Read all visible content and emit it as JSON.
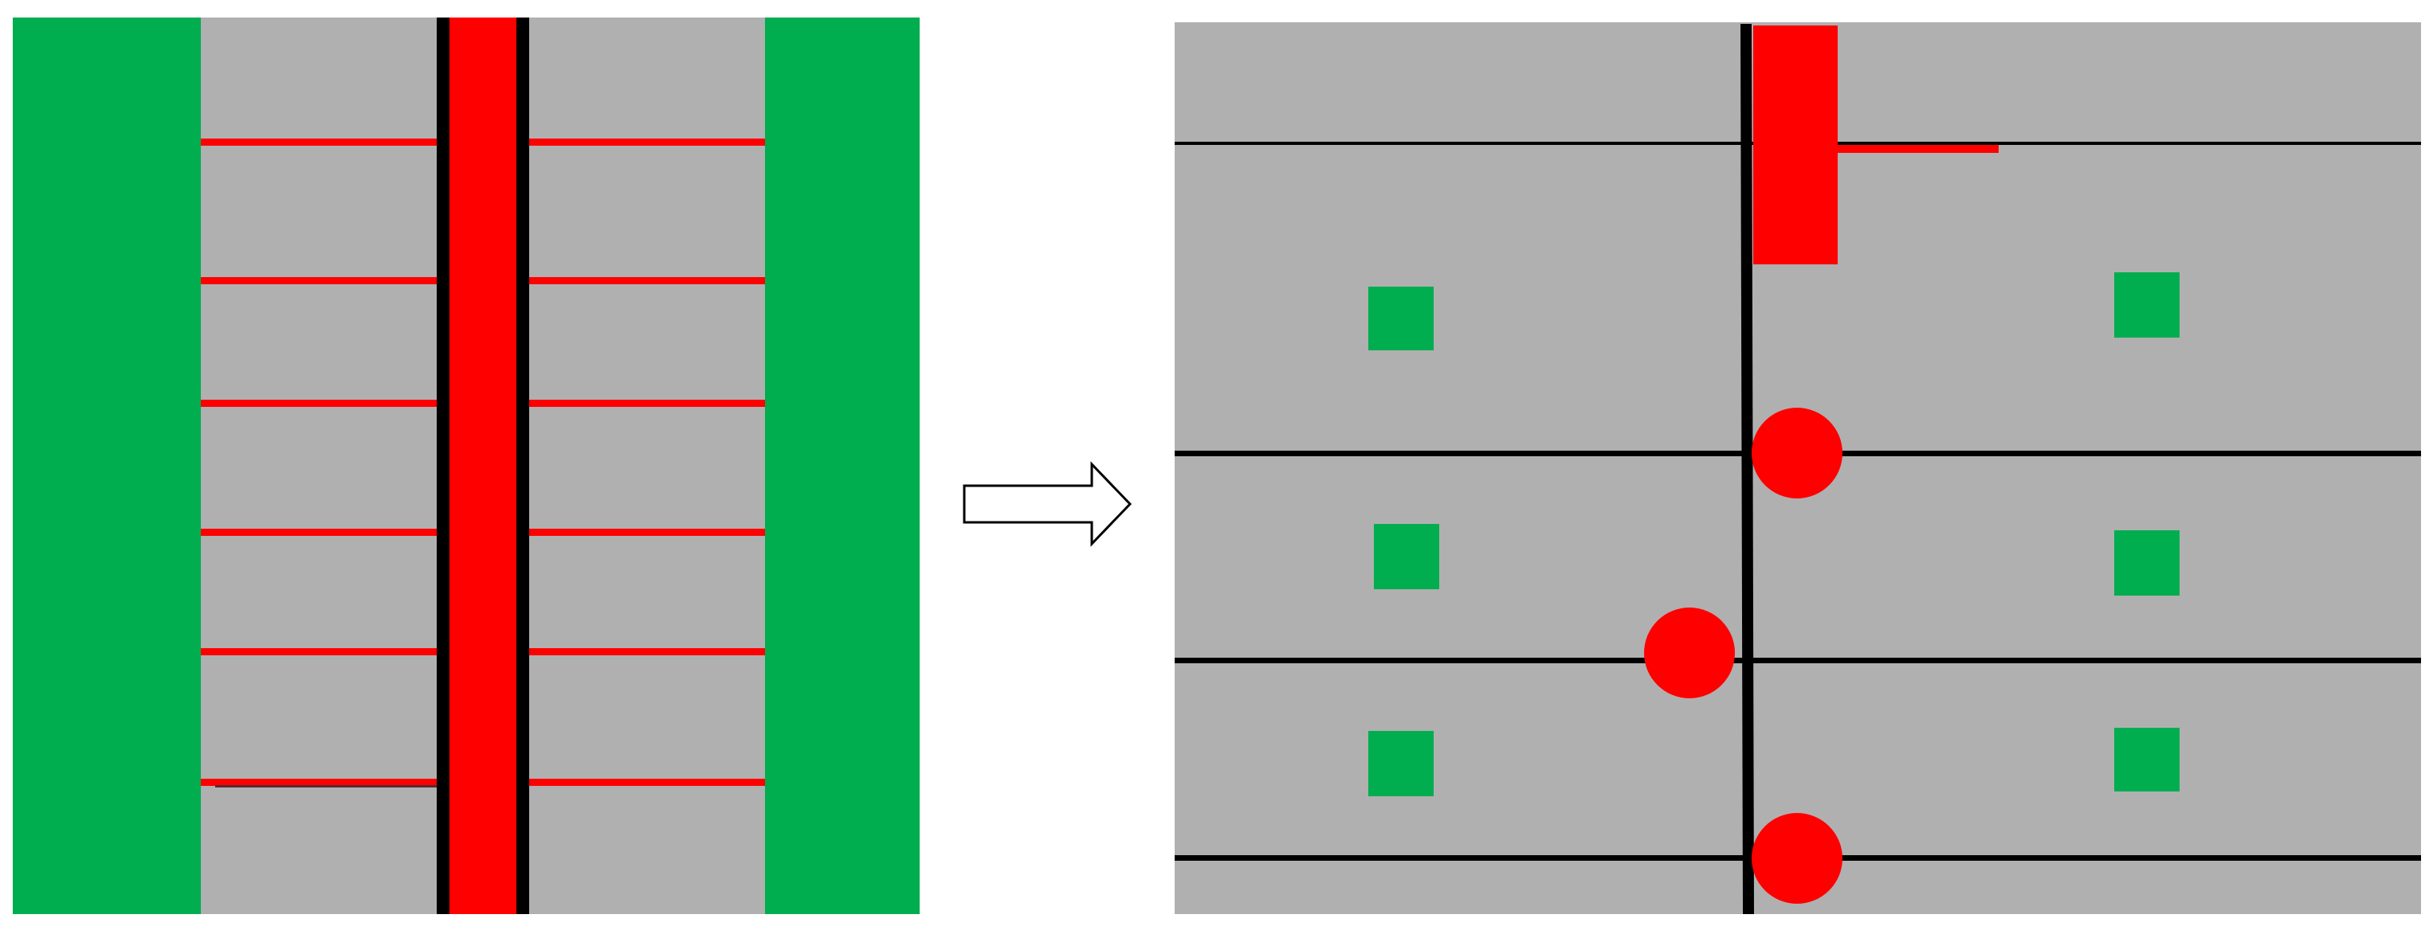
{
  "left_panel": {
    "road_color": "#b0b0b0",
    "verge_color": "#00ad4f",
    "median_color": "#ff0000",
    "median_edge_color": "#000000",
    "lane_mark_color": "#ff0000",
    "lane_mark_rows": 6,
    "lane_marks_per_row": 2
  },
  "arrow": {
    "fill": "#ffffff",
    "stroke": "#000000",
    "direction": "right"
  },
  "right_panel": {
    "background_color": "#b0b0b0",
    "grid_line_color": "#000000",
    "marker_square_color": "#00ad4f",
    "marker_square_count": 6,
    "circle_color": "#ff0000",
    "circle_count": 3,
    "red_block_color": "#ff0000"
  }
}
